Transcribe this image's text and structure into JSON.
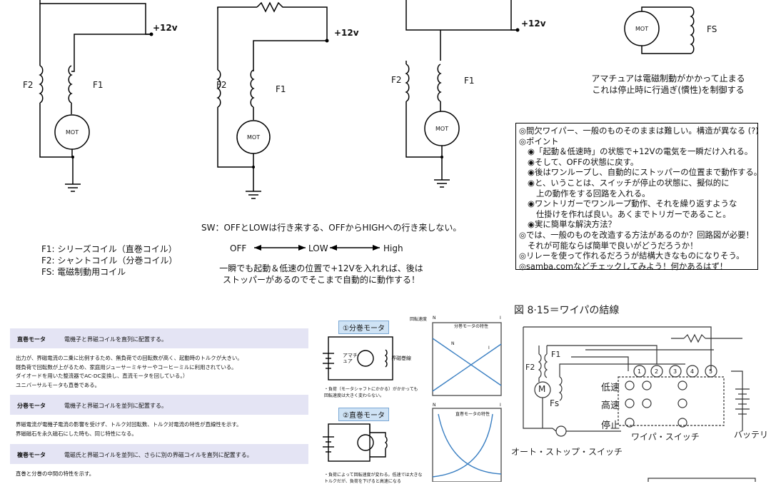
{
  "circuit1": {
    "voltage": "+12v",
    "f2": "F2",
    "f1": "F1",
    "motor": "MOT"
  },
  "circuit2": {
    "voltage": "+12v",
    "f2": "F2",
    "f1": "F1",
    "motor": "MOT"
  },
  "circuit3": {
    "voltage": "+12v",
    "f2": "F2",
    "f1": "F1",
    "motor": "MOT"
  },
  "circuit4": {
    "motor": "MOT",
    "fs": "FS",
    "caption": [
      "アマチュアは電磁制動がかかって止まる",
      "これは停止時に行過ぎ(慣性)を制御する"
    ]
  },
  "legend": [
    "F1: シリーズコイル（直巻コイル）",
    "F2: シャントコイル（分巻コイル）",
    "FS: 電磁制動用コイル"
  ],
  "switch": {
    "title": "SW：OFFとLOWは行き来する、OFFからHIGHへの行き来しない。",
    "off": "OFF",
    "low": "LOW",
    "high": "High",
    "note": [
      "一瞬でも起動＆低速の位置で+12Vを入れれば、後は",
      "ストッパーがあるのでそこまで自動的に動作する！"
    ]
  },
  "notes": [
    {
      "text": "◎間欠ワイパー、一般のものそのままは難しい。構造が異なる (?)",
      "indent": 0
    },
    {
      "text": "◎ポイント",
      "indent": 0
    },
    {
      "text": "◉「起動＆低速時」の状態で+12Vの電気を一瞬だけ入れる。",
      "indent": 1
    },
    {
      "text": "◉そして、OFFの状態に戻す。",
      "indent": 1
    },
    {
      "text": "◉後はワンループし、自動的にストッパーの位置まで動作する。",
      "indent": 1
    },
    {
      "text": "◉と、いうことは、スイッチが停止の状態に、擬似的に",
      "indent": 1
    },
    {
      "text": "上の動作をする回路を入れる。",
      "indent": 2
    },
    {
      "text": "◉ワントリガーでワンループ動作、それを繰り返すような",
      "indent": 1
    },
    {
      "text": "仕掛けを作れば良い。あくまでトリガーであること。",
      "indent": 2
    },
    {
      "text": "◉実に簡単な解決方法？",
      "indent": 1
    },
    {
      "text": "◎では、一般のものを改造する方法があるのか？回路図が必要！",
      "indent": 0
    },
    {
      "text": "それが可能ならば簡単で良いがどうだろうか！",
      "indent": 1
    },
    {
      "text": "◎リレーを使って作れるだろうが結構大きなものになりそう。",
      "indent": 0
    },
    {
      "text": "◎samba.comなどチェックしてみよう！何かあるはず！",
      "indent": 0
    }
  ],
  "motor_types": {
    "series": {
      "name": "直巻モータ",
      "def": "電機子と界磁コイルを直列に配置する。",
      "desc": [
        "出力が、界磁電流の二乗に比例するため、無負荷での回転数が高く、起動時のトルクが大きい。",
        "軽負荷で回転数が上がるため、家庭用ジューサーミキサーやコーヒーミルに利用されている。",
        "ダイオードを用いた整流器でAC-DC変換し、直流モータを回している。）",
        "ユニバーサルモータも直巻である。"
      ]
    },
    "shunt": {
      "name": "分巻モータ",
      "def": "電機子と界磁コイルを並列に配置する。",
      "desc": [
        "界磁電流が電機子電流の影響を受けず、トルク対回転数、トルク対電流の特性が直線性を示す。",
        "界磁磁石を永久磁石にした時も、同じ特性になる。"
      ]
    },
    "compound": {
      "name": "複巻モータ",
      "def": "電磁氏と界磁コイルを並列に、さらに別の界磁コイルを直列に配置する。",
      "desc": [
        "直巻と分巻の中間の特性を示す。"
      ]
    }
  },
  "textbook": {
    "shunt_tag": "①分巻モータ",
    "series_tag": "②直巻モータ",
    "armature": "アマチ\nュア",
    "field": "界磁巻線",
    "shunt_note": [
      "・負荷（モータシャフトにかかる）がかかっても",
      "回転速度は大きく変わらない。"
    ],
    "series_note": [
      "・負荷によって回転速度が変わる。低速では大きな",
      "トルクだが、負荷を下げると高速になる"
    ],
    "axis_speed": "回転速度",
    "axis_n": "N",
    "axis_i": "I",
    "graph1_title": "分巻モータの特性",
    "graph2_title": "直巻モータの特性",
    "curve_n": "N",
    "curve_i": "I"
  },
  "figure815": {
    "title": "図 8·15＝ワイパの結線",
    "f2": "F2",
    "f1": "F1",
    "motor": "M",
    "fs": "Fs",
    "low": "低速",
    "high": "高速",
    "stop": "停止",
    "switch_label": "ワイパ・スイッチ",
    "battery": "バッテリ",
    "autostop": "オート・ストップ・スイッチ",
    "terminals": [
      "1",
      "2",
      "3",
      "4",
      "5"
    ]
  }
}
